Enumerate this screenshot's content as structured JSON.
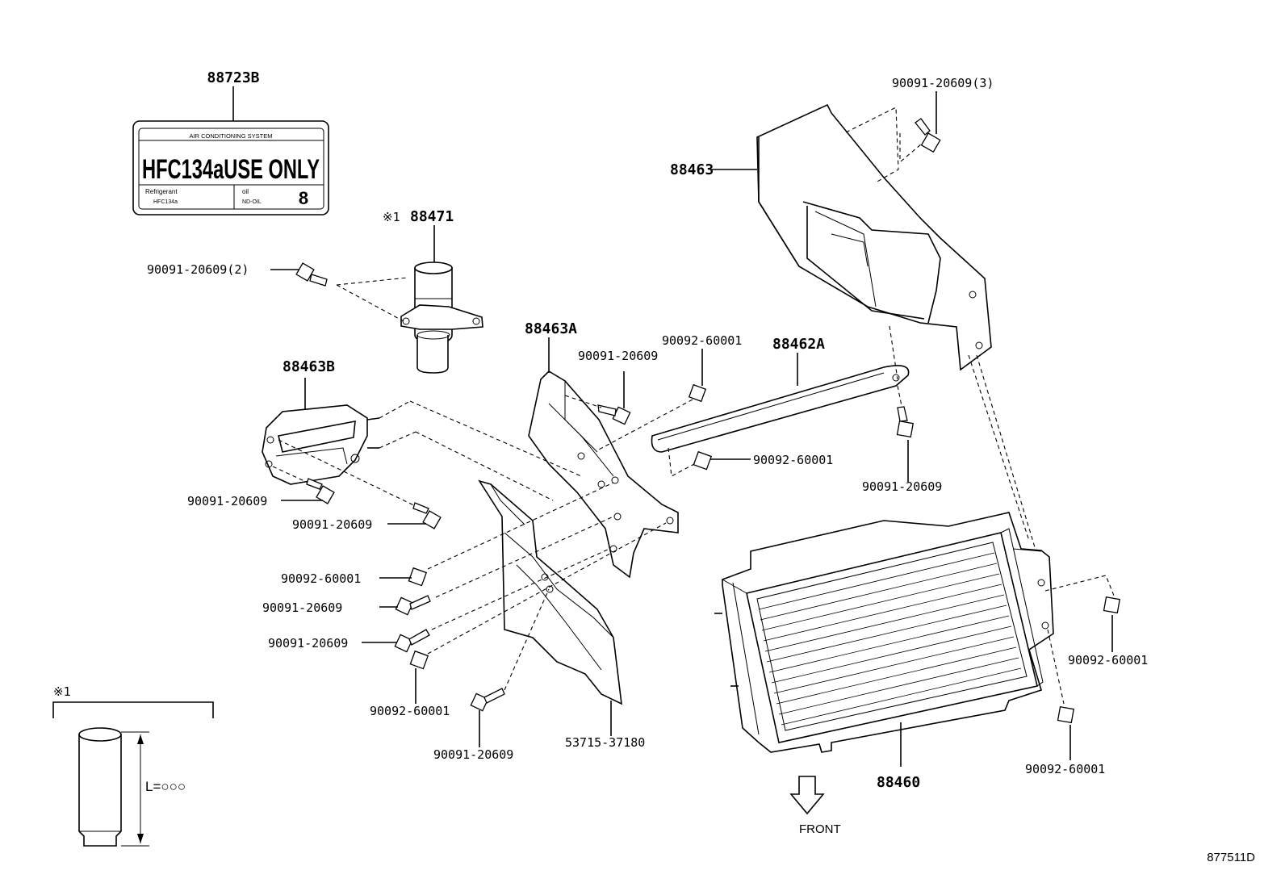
{
  "labels": {
    "label_88723B": "88723B",
    "label_88471": "88471",
    "mark_88471": "※1",
    "label_88463": "88463",
    "label_88463A": "88463A",
    "label_88463B": "88463B",
    "label_88462A": "88462A",
    "label_88460": "88460",
    "label_53715": "53715-37180",
    "bolt_3": "90091-20609(3)",
    "bolt_2": "90091-20609(2)",
    "bolt_a": "90091-20609",
    "nut_a": "90092-60001",
    "nut_b": "90092-60001",
    "bolt_b": "90091-20609",
    "bolt_c": "90091-20609",
    "bolt_d": "90091-20609",
    "nut_c": "90092-60001",
    "bolt_e": "90091-20609",
    "bolt_f": "90091-20609",
    "nut_d": "90092-60001",
    "bolt_g": "90091-20609",
    "nut_e": "90092-60001",
    "nut_f": "90092-60001",
    "front": "FRONT",
    "detail_mark": "※1",
    "length": "L=○○○",
    "diagram_id": "877511D"
  },
  "sticker": {
    "header": "AIR CONDITIONING SYSTEM",
    "main": "HFC134aUSE ONLY",
    "refrigerant_label": "Refrigerant",
    "refrigerant_value": "HFC134a",
    "oil_label": "oil",
    "oil_value": "ND-OIL",
    "oil_number": "8"
  }
}
